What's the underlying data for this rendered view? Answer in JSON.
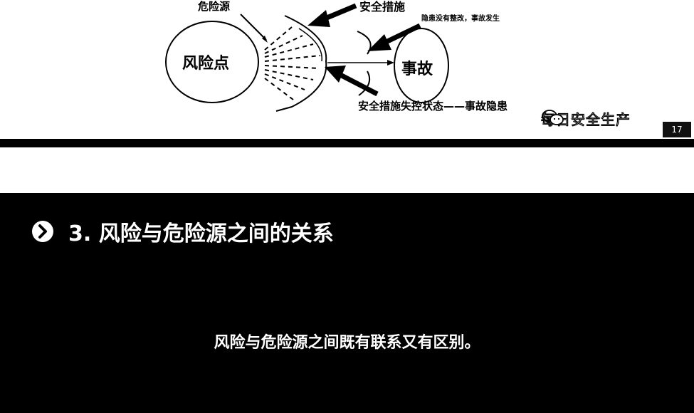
{
  "diagram": {
    "hazard_label": "危险源",
    "safety_label": "安全措施",
    "hidden_danger_label": "隐患没有整改，事故发生",
    "risk_point_label": "风险点",
    "accident_label": "事故",
    "lost_control_label": "安全措施失控状态——事故隐患"
  },
  "watermark": {
    "icon": "wechat-icon",
    "text": "每日安全生产"
  },
  "page_number": "17",
  "section": {
    "bullet_icon": "chevron-right-circle-icon",
    "title": "3. 风险与危险源之间的关系"
  },
  "body_text": "风险与危险源之间既有联系又有区别。",
  "colors": {
    "background": "#000000",
    "text": "#ffffff"
  }
}
